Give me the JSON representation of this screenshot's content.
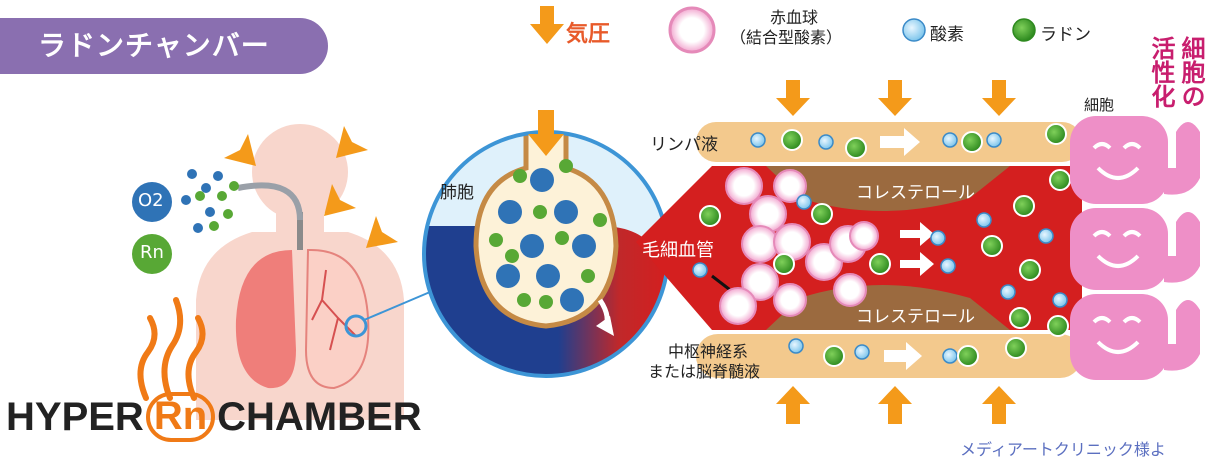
{
  "badge": {
    "label": "ラドンチャンバー"
  },
  "legend": {
    "pressure": "気圧",
    "rbc_line1": "赤血球",
    "rbc_line2": "（結合型酸素）",
    "oxygen": "酸素",
    "radon": "ラドン"
  },
  "left": {
    "o2": "O2",
    "rn": "Rn"
  },
  "labels": {
    "alveolus": "肺胞",
    "lymph": "リンパ液",
    "cholesterol_top": "コレステロール",
    "cholesterol_bottom": "コレステロール",
    "capillary": "毛細血管",
    "cns_line1": "中枢神経系",
    "cns_line2": "または脳脊髄液",
    "cell": "細胞"
  },
  "activation": {
    "col1": "細胞の",
    "col2": "活性化"
  },
  "logo": {
    "pre": "HYPER",
    "mid": "Rn",
    "post": "CHAMBER"
  },
  "credit": "メディアートクリニック様よ",
  "colors": {
    "badge": "#8a6fb0",
    "arrow_orange": "#f49a1a",
    "blood_red": "#d41f1f",
    "oxygen_blue": "#2f73b6",
    "radon_green": "#58a835",
    "cell_pink": "#ee8fc7",
    "channel_tan": "#f3c98d",
    "cholesterol_brown": "#9b6a3f"
  }
}
